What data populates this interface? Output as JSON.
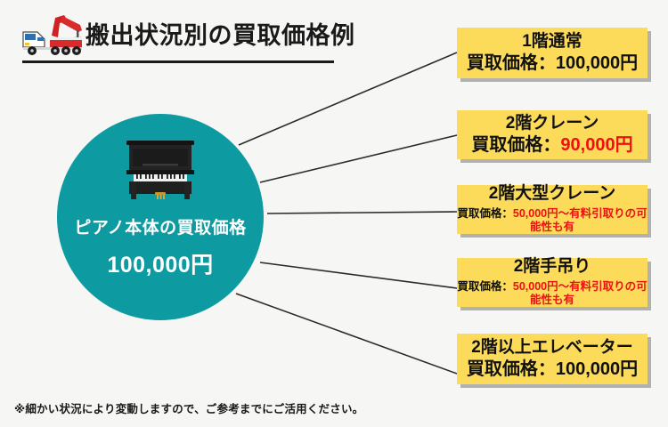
{
  "header": {
    "title": "搬出状況別の買取価格例",
    "icon": "crane-truck-icon"
  },
  "circle": {
    "icon": "upright-piano-icon",
    "label": "ピアノ本体の買取価格",
    "price": "100,000円",
    "color": "#0d9aa1"
  },
  "colors": {
    "background": "#f6f6f4",
    "teal": "#0d9aa1",
    "yellow": "#fcdb5a",
    "red": "#ee1111",
    "text": "#111111",
    "shadow": "#787878"
  },
  "boxes": [
    {
      "title": "1階通常",
      "sub_label": "買取価格：",
      "sub_value": "100,000円",
      "value_color": "#111111",
      "size": "big"
    },
    {
      "title": "2階クレーン",
      "sub_label": "買取価格：",
      "sub_value": "90,000円",
      "value_color": "#ee1111",
      "size": "big"
    },
    {
      "title": "2階大型クレーン",
      "sub_label": "買取価格：",
      "sub_value": "50,000円〜有料引取りの可能性も有",
      "value_color": "#ee1111",
      "size": "small"
    },
    {
      "title": "2階手吊り",
      "sub_label": "買取価格：",
      "sub_value": "50,000円〜有料引取りの可能性も有",
      "value_color": "#ee1111",
      "size": "small"
    },
    {
      "title": "2階以上エレベーター",
      "sub_label": "買取価格：",
      "sub_value": "100,000円",
      "value_color": "#111111",
      "size": "big"
    }
  ],
  "footer": {
    "note": "※細かい状況により変動しますので、ご参考までにご活用ください。"
  }
}
